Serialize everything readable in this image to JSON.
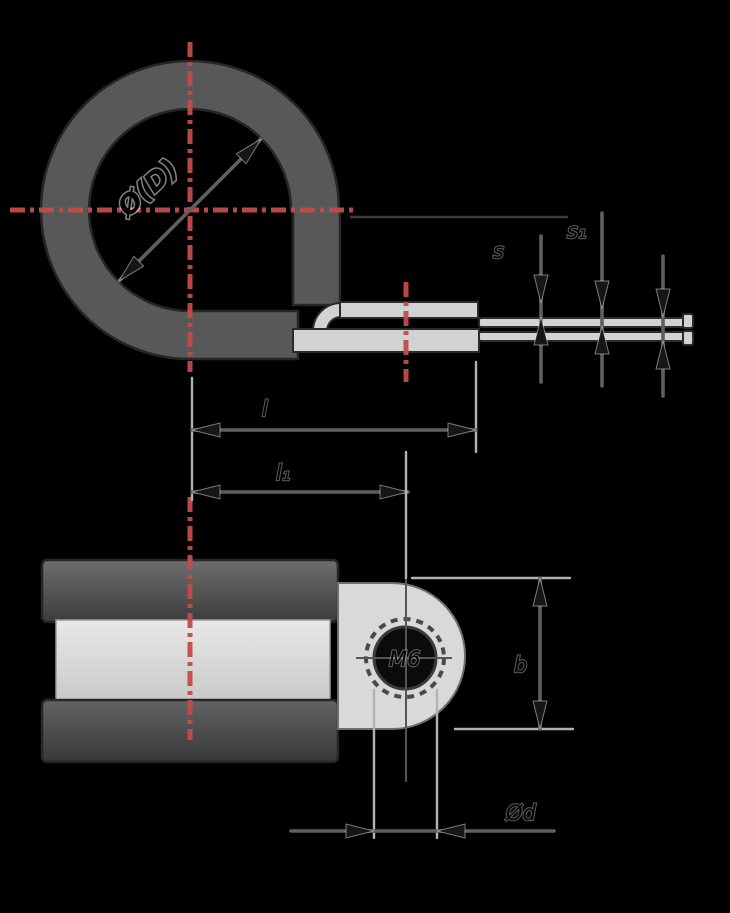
{
  "labels": {
    "inner_diameter": "Ø(D)",
    "band_thickness": "s",
    "band_thickness_2": "s₁",
    "length_total": "l",
    "length_to_hole": "l₁",
    "tab_width": "b",
    "hole_diameter": "Ød",
    "thread": "M6"
  },
  "colors": {
    "background": "#000000",
    "centerline_red": "#c04c49",
    "rubber_dark": "#585858",
    "metal_light": "#d2d2d2",
    "outline_dark": "#262626",
    "dimension_line": "#5f5f5f",
    "extension_line": "#b2b2b2",
    "arrow": "#161616"
  }
}
